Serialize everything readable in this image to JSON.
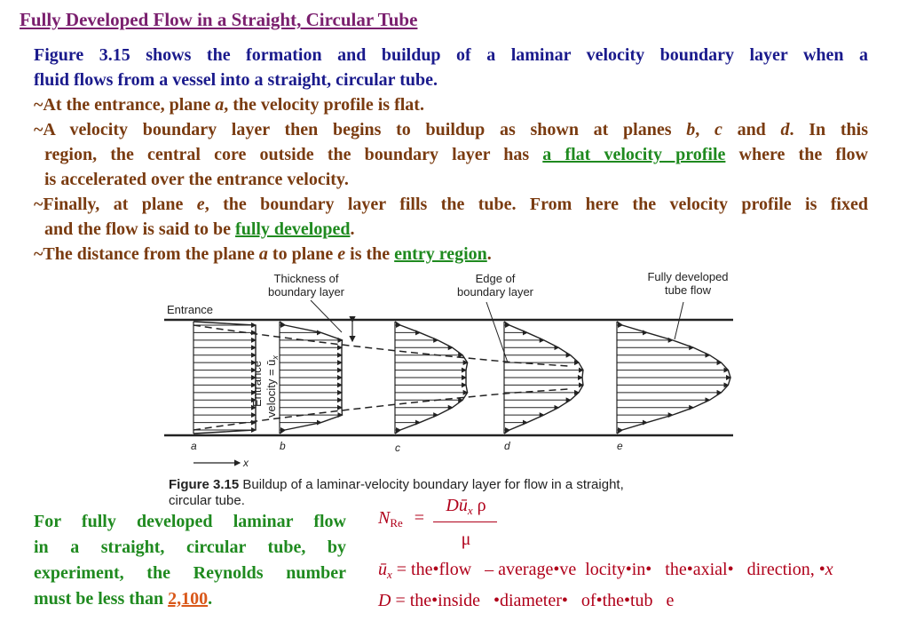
{
  "title": "Fully Developed Flow in a Straight, Circular Tube",
  "intro": {
    "line1": "Figure 3.15 shows the formation and buildup of a laminar velocity boundary layer when a",
    "line2": "fluid flows from a vessel into a straight, circular tube."
  },
  "bullet1": {
    "pre": "~At the entrance, plane ",
    "var": "a",
    "post": ", the velocity profile is flat."
  },
  "bullet2": {
    "pre": "~A velocity boundary layer then begins to buildup as shown at planes ",
    "b": "b",
    "sep1": ", ",
    "c": "c",
    "and": " and ",
    "d": "d",
    "post": ". In this",
    "l2pre": "region, the central core outside the boundary layer has ",
    "l2link": "a flat velocity profile",
    "l2post": " where the flow",
    "l3": "is accelerated over the entrance velocity."
  },
  "bullet3": {
    "pre": "~Finally, at plane ",
    "var": "e",
    "post": ", the boundary layer fills the tube. From here the velocity profile is fixed",
    "l2pre": "and the flow is said to be ",
    "l2link": "fully developed",
    "l2post": "."
  },
  "bullet4": {
    "pre": "~The distance from the plane ",
    "a": "a",
    "mid": " to plane ",
    "e": "e",
    "is": " is the ",
    "link": "entry region",
    "post": "."
  },
  "figure": {
    "label_thickness_1": "Thickness of",
    "label_thickness_2": "boundary layer",
    "label_edge_1": "Edge of",
    "label_edge_2": "boundary layer",
    "label_fully_1": "Fully developed",
    "label_fully_2": "tube flow",
    "label_entrance": "Entrance",
    "label_velocity_1": "Entrance",
    "label_velocity_2": "velocity = ū",
    "velocity_sub": "x",
    "plane_labels": [
      "a",
      "b",
      "c",
      "d",
      "e"
    ],
    "axis_label": "x",
    "caption_bold": "Figure 3.15",
    "caption_text": "  Buildup of a laminar-velocity boundary layer for flow in a straight,",
    "caption_text2": "circular tube."
  },
  "reynolds": {
    "l1": "For fully developed laminar flow",
    "l2": "in a straight, circular tube, by",
    "l3": "experiment, the Reynolds number",
    "l4pre": "must be less than ",
    "value": "2,100",
    "l4post": "."
  },
  "equation": {
    "N": "N",
    "sub": "Re",
    "equals": "=",
    "numerator": "Dū",
    "numerator_sub": "x",
    "numerator_rho": " ρ",
    "denominator": "μ",
    "ux_def_var": "ū",
    "ux_def_sub": "x",
    "ux_def": " = the•flow   – average•ve  locity•in•   the•axial•   direction, •",
    "ux_def_x": "x",
    "D_def_var": "D",
    "D_def": " = the•inside   •diameter•   of•the•tub   e"
  }
}
